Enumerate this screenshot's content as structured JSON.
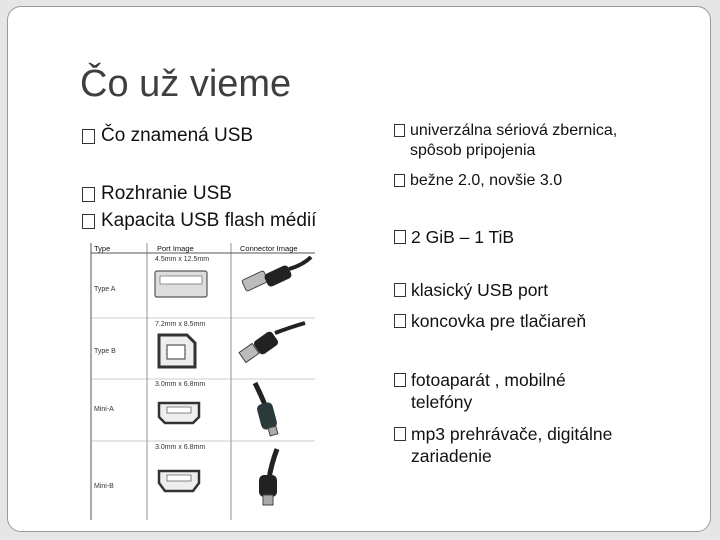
{
  "slide": {
    "title": "Čo už vieme",
    "left_bullets": [
      "Čo znamená USB",
      "Rozhranie USB",
      "Kapacita USB flash médií"
    ],
    "right_bullets": [
      {
        "text": "univerzálna sériová zbernica,",
        "cont": "spôsob pripojenia"
      },
      {
        "text": "bežne 2.0, novšie 3.0"
      },
      {
        "text": "2 GiB – 1 TiB"
      },
      {
        "text": "klasický USB port"
      },
      {
        "text": "koncovka pre tlačiareň"
      },
      {
        "text": "fotoaparát , mobilné",
        "cont": "telefóny"
      },
      {
        "text": "mp3 prehrávače, digitálne",
        "cont": "zariadenie"
      }
    ]
  },
  "usb_table": {
    "headers": [
      "Type",
      "Port Image",
      "Connector Image"
    ],
    "rows": [
      {
        "type": "Type A",
        "dim": "4.5mm x 12.5mm",
        "connector": "usb-a-cable-icon",
        "port": "usb-a-port-icon"
      },
      {
        "type": "Type B",
        "dim": "7.2mm x 8.5mm",
        "connector": "usb-b-cable-icon",
        "port": "usb-b-port-icon"
      },
      {
        "type": "Mini-A",
        "dim": "3.0mm x 6.8mm",
        "connector": "mini-a-cable-icon",
        "port": "mini-a-port-icon"
      },
      {
        "type": "Mini-B",
        "dim": "3.0mm x 6.8mm",
        "connector": "mini-b-cable-icon",
        "port": "mini-b-port-icon"
      }
    ]
  }
}
